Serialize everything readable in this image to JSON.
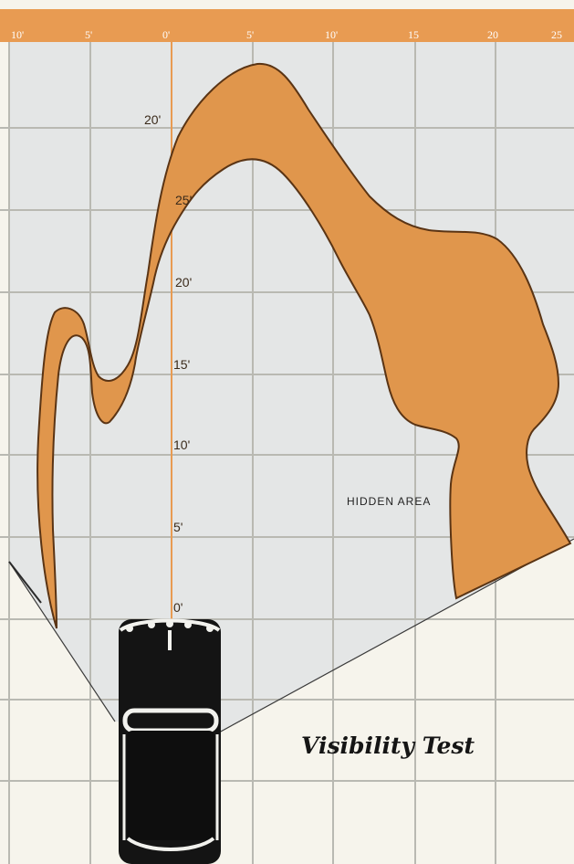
{
  "diagram": {
    "top_ruler_labels": [
      "10'",
      "5'",
      "0'",
      "5'",
      "10'",
      "15",
      "20",
      "25"
    ],
    "center_axis_labels": [
      "20'",
      "25'",
      "20'",
      "15'",
      "10'",
      "5'",
      "0'"
    ],
    "hidden_area_label": "HIDDEN AREA",
    "caption": "Visibility Test",
    "colors": {
      "ruler": "#e89b52",
      "hidden_area": "#e0964c",
      "hidden_area_outline": "#5a3414",
      "visible_zone": "#e4e6e6",
      "background": "#f6f4ec",
      "grid": "#b9b9b2",
      "car_body": "#141414",
      "car_trim": "#f2f2ee"
    }
  }
}
